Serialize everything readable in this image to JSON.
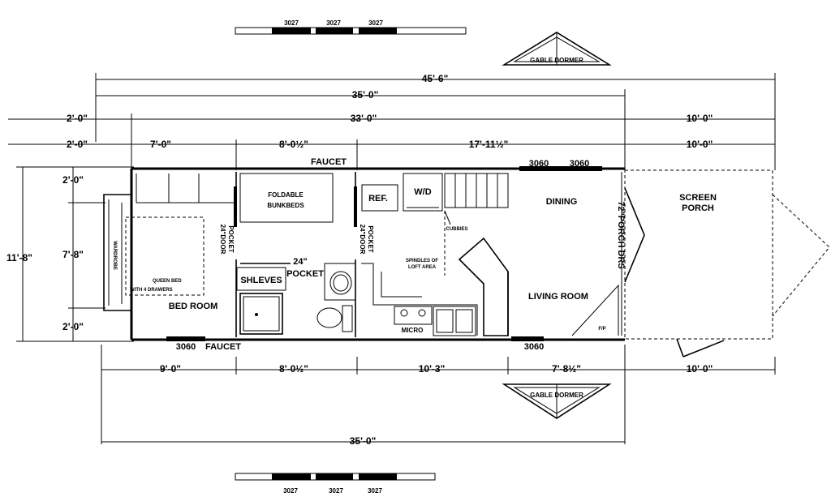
{
  "dimensions": {
    "overall": "45'-6\"",
    "main_top": "35'-0\"",
    "interior": "33'-0\"",
    "porch_top1": "10'-0\"",
    "porch_top2": "10'-0\"",
    "hitch_top1": "2'-0\"",
    "hitch_top2": "2'-0\"",
    "seg_top_a": "7'-0\"",
    "seg_top_b": "8'-0½\"",
    "seg_top_c": "17'-11½\"",
    "seg_bot_a": "9'-0\"",
    "seg_bot_b": "8'-0½\"",
    "seg_bot_c": "10'-3\"",
    "seg_bot_d": "7'-8½\"",
    "porch_bot": "10'-0\"",
    "main_bottom": "35'-0\"",
    "width_total": "11'-8\"",
    "width_top": "2'-0\"",
    "width_mid": "7'-8\"",
    "width_bottom": "2'-0\""
  },
  "windows": {
    "top_row": [
      "3027",
      "3027",
      "3027"
    ],
    "bottom_row": [
      "3027",
      "3027",
      "3027"
    ],
    "top_wall_a": "3060",
    "top_wall_b": "3060",
    "bottom_left": "3060",
    "bottom_right": "3060"
  },
  "dormers": {
    "top": "GABLE DORMER",
    "bottom": "GABLE DORMER"
  },
  "labels": {
    "faucet_top": "FAUCET",
    "faucet_bottom": "FAUCET",
    "bunkbeds_line1": "FOLDABLE",
    "bunkbeds_line2": "BUNKBEDS",
    "ref": "REF.",
    "wd": "W/D",
    "dining": "DINING",
    "screen_porch_line1": "SCREEN",
    "screen_porch_line2": "PORCH",
    "pocket_door_a1": "POCKET",
    "pocket_door_a2": "24\"DOOR",
    "pocket_door_b1": "POCKET",
    "pocket_door_b2": "24\"DOOR",
    "cubbies": "CUBBIES",
    "spindles_line1": "SPINDLES OF",
    "spindles_line2": "LOFT AREA",
    "porch_doors": "72\"PORCH DRS",
    "wardrobe": "WARDROBE",
    "queen_bed_line1": "QUEEN BED",
    "queen_bed_line2": "WITH 4 DRAWERS",
    "bed_room": "BED ROOM",
    "shelves": "SHLEVES",
    "pocket_24_line1": "24\"",
    "pocket_24_line2": "POCKET",
    "living_room": "LIVING ROOM",
    "micro": "MICRO",
    "fp": "F/P"
  }
}
